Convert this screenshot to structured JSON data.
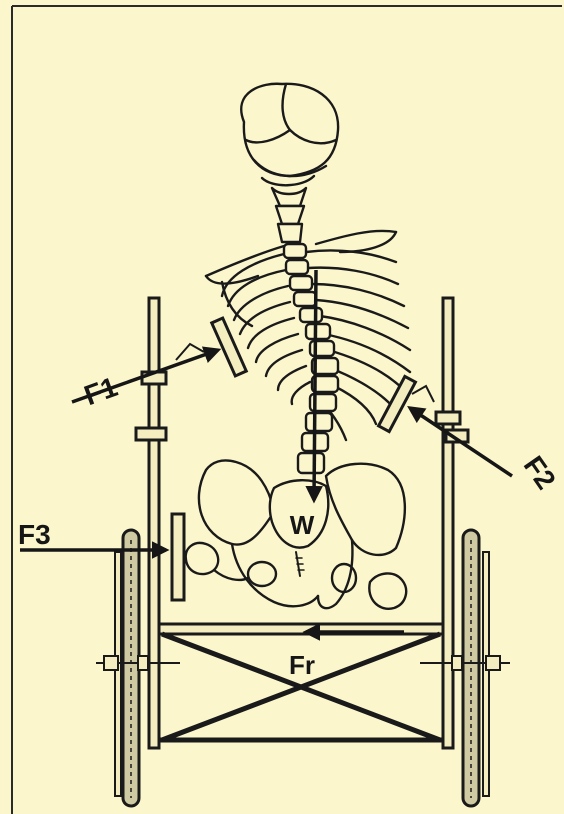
{
  "labels": {
    "f1": "F1",
    "f2": "F2",
    "f3": "F3",
    "w": "W",
    "fr": "Fr"
  },
  "colors": {
    "background": "#fbf6cc",
    "ink": "#161616",
    "frame": "#f3edc0"
  }
}
